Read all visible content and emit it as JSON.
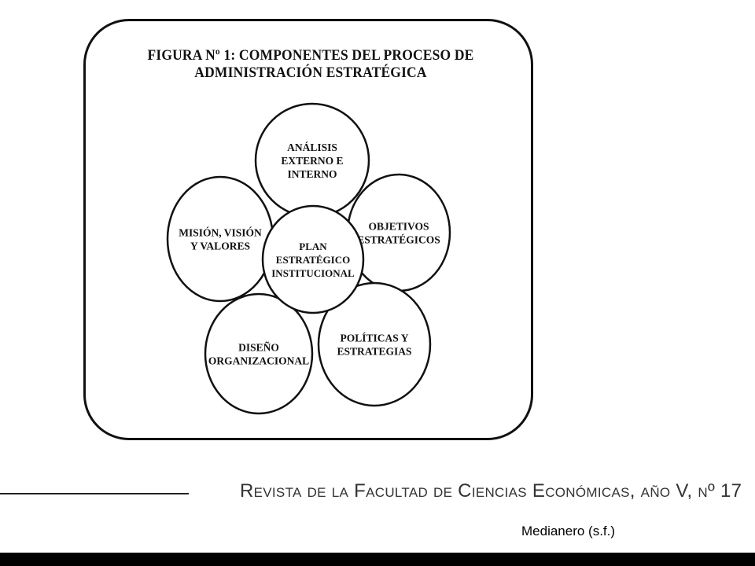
{
  "figure": {
    "title_line1": "FIGURA Nº 1: COMPONENTES DEL PROCESO DE",
    "title_line2": "ADMINISTRACIÓN ESTRATÉGICA",
    "components": [
      {
        "id": "analisis",
        "lines": [
          "ANÁLISIS",
          "EXTERNO E",
          "INTERNO"
        ]
      },
      {
        "id": "objetivos",
        "lines": [
          "OBJETIVOS",
          "ESTRATÉGICOS"
        ]
      },
      {
        "id": "politicas",
        "lines": [
          "POLÍTICAS Y",
          "ESTRATEGIAS"
        ]
      },
      {
        "id": "diseno",
        "lines": [
          "DISEÑO",
          "ORGANIZACIONAL"
        ]
      },
      {
        "id": "mision",
        "lines": [
          "MISIÓN, VISIÓN",
          "Y VALORES"
        ]
      }
    ],
    "center": {
      "id": "plan",
      "lines": [
        "PLAN",
        "ESTRATÉGICO",
        "INSTITUCIONAL"
      ]
    }
  },
  "footer": {
    "journal": "Revista de la Facultad de Ciencias Económicas, año V, nº 17",
    "caption": "Medianero (s.f.)"
  }
}
